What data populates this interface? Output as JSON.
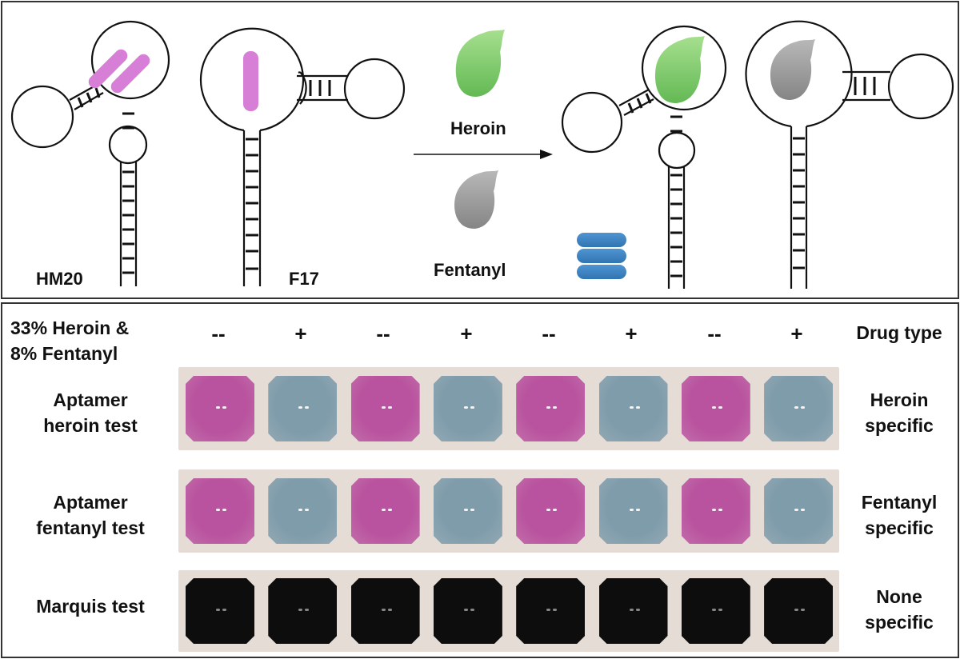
{
  "top": {
    "aptamer_1": "HM20",
    "aptamer_2": "F17",
    "drug_1": "Heroin",
    "drug_2": "Fentanyl"
  },
  "table": {
    "condition_label_line1": "33% Heroin &",
    "condition_label_line2": "8% Fentanyl",
    "drug_type_label": "Drug type",
    "signs": [
      "--",
      "+",
      "--",
      "+",
      "--",
      "+",
      "--",
      "+"
    ],
    "rows": [
      {
        "label_line1": "Aptamer",
        "label_line2": "heroin test",
        "result_line1": "Heroin",
        "result_line2": "specific",
        "wells": [
          "magenta",
          "blue",
          "magenta",
          "blue",
          "magenta",
          "blue",
          "magenta",
          "blue"
        ]
      },
      {
        "label_line1": "Aptamer",
        "label_line2": "fentanyl test",
        "result_line1": "Fentanyl",
        "result_line2": "specific",
        "wells": [
          "magenta",
          "blue",
          "magenta",
          "blue",
          "magenta",
          "blue",
          "magenta",
          "blue"
        ]
      },
      {
        "label_line1": "",
        "label_line2": "Marquis test",
        "result_line1": "None",
        "result_line2": "specific",
        "wells": [
          "black",
          "black",
          "black",
          "black",
          "black",
          "black",
          "black",
          "black"
        ]
      }
    ]
  },
  "colors": {
    "magenta": "#b9539f",
    "blue": "#7f9cab",
    "black": "#0d0d0d",
    "drug_green": "#7fc96a",
    "drug_gray": "#9a9a9a",
    "dye": "#d77fd6",
    "aggregate_blue": "#3f86c4"
  }
}
